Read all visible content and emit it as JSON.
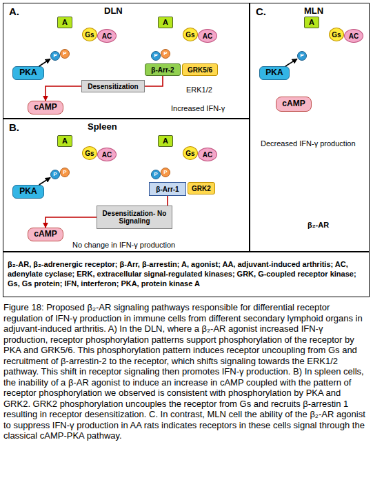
{
  "diagram": {
    "caption": "Figure 18: Proposed β₂-AR signaling pathways responsible for differential receptor regulation of IFN-γ production in immune cells from different secondary lymphoid organs in adjuvant-induced arthritis. A) In the DLN, where a β₂-AR agonist increased IFN-γ production, receptor phosphorylation patterns support phosphorylation of the receptor by PKA and GRK5/6. This phosphorylation pattern induces receptor uncoupling from Gs and recruitment of β-arrestin-2 to the receptor, which shifts signaling towards the ERK1/2 pathway. This shift in receptor signaling then promotes IFN-γ production. B) In spleen cells, the inability of a β-AR agonist to induce an increase in cAMP coupled with the pattern of receptor phosphorylation we observed is consistent with phosphorylation by PKA and GRK2. GRK2 phosphorylation uncouples the receptor from Gs and recruits β-arrestin 1 resulting in receptor desensitization. C. In contrast, MLN cell the ability of the β₂-AR agonist to suppress IFN-γ production in AA rats indicates receptors in these cells signal through the classical cAMP-PKA pathway.",
    "nodes": [
      {
        "text": [
          "A.",
          "DLN"
        ]
      },
      {
        "text": [
          "A"
        ],
        "in": 0
      },
      {
        "text": [
          "Gs"
        ],
        "in": 0
      },
      {
        "text": [
          "AC"
        ],
        "in": 0
      },
      {
        "text": [
          "P"
        ],
        "in": 0
      },
      {
        "text": [
          "P"
        ],
        "in": 0
      },
      {
        "text": [
          "PKA"
        ],
        "in": 0
      },
      {
        "text": [
          "cAMP"
        ],
        "in": 0
      },
      {
        "text": [
          "A"
        ],
        "in": 0
      },
      {
        "text": [
          "Gs"
        ],
        "in": 0
      },
      {
        "text": [
          "AC"
        ],
        "in": 0
      },
      {
        "text": [
          "P"
        ],
        "in": 0
      },
      {
        "text": [
          "P"
        ],
        "in": 0
      },
      {
        "text": [
          "β-Arr-2"
        ],
        "in": 0
      },
      {
        "text": [
          "GRK5/6"
        ],
        "in": 0
      },
      {
        "text": [
          "Desensitization"
        ],
        "in": 0
      },
      {
        "text": [
          "B.",
          "Spleen"
        ]
      },
      {
        "text": [
          "A"
        ],
        "in": 16
      },
      {
        "text": [
          "Gs"
        ],
        "in": 16
      },
      {
        "text": [
          "AC"
        ],
        "in": 16
      },
      {
        "text": [
          "P"
        ],
        "in": 16
      },
      {
        "text": [
          "P"
        ],
        "in": 16
      },
      {
        "text": [
          "PKA"
        ],
        "in": 16
      },
      {
        "text": [
          "cAMP"
        ],
        "in": 16
      },
      {
        "text": [
          "A"
        ],
        "in": 16
      },
      {
        "text": [
          "Gs"
        ],
        "in": 16
      },
      {
        "text": [
          "AC"
        ],
        "in": 16
      },
      {
        "text": [
          "P"
        ],
        "in": 16
      },
      {
        "text": [
          "P"
        ],
        "in": 16
      },
      {
        "text": [
          "β-Arr-1"
        ],
        "in": 16
      },
      {
        "text": [
          "GRK2"
        ],
        "in": 16
      },
      {
        "text": [
          "Desensitization- No Signaling"
        ],
        "in": 16
      },
      {
        "text": [
          "C.",
          "MLN"
        ]
      },
      {
        "text": [
          "A"
        ],
        "in": 32
      },
      {
        "text": [
          "Gs"
        ],
        "in": 32
      },
      {
        "text": [
          "AC"
        ],
        "in": 32
      },
      {
        "text": [
          "P"
        ],
        "in": 32
      },
      {
        "text": [
          "PKA"
        ],
        "in": 32
      },
      {
        "text": [
          "cAMP"
        ],
        "in": 32
      },
      {
        "text": [
          "β₂-AR, β₂-adrenergic receptor; β-Arr, β-arrestin; A, agonist; AA, adjuvant-induced arthritis; AC, adenylate cyclase; ERK, extracellular signal-regulated kinases; GRK, G-coupled receptor kinase; Gs, Gs protein; IFN, interferon; PKA, protein kinase A"
        ]
      }
    ],
    "edges": [
      {
        "from": 6,
        "to": 4,
        "arrow": "to"
      },
      {
        "from": 13,
        "to": 15,
        "arrow": "none"
      },
      {
        "from": 15,
        "to": 7,
        "arrow": "to"
      },
      {
        "from": 22,
        "to": 20,
        "arrow": "to"
      },
      {
        "from": 29,
        "to": 31,
        "arrow": "none"
      },
      {
        "from": 31,
        "to": 23,
        "arrow": "to"
      },
      {
        "from": 37,
        "to": 36,
        "arrow": "to"
      }
    ],
    "labels": [
      "ERK1/2",
      "Increased IFN-γ",
      "No change in IFN-γ production",
      "Decreased IFN-γ production"
    ],
    "legend": [
      {
        "text": "β₂-AR"
      }
    ]
  }
}
